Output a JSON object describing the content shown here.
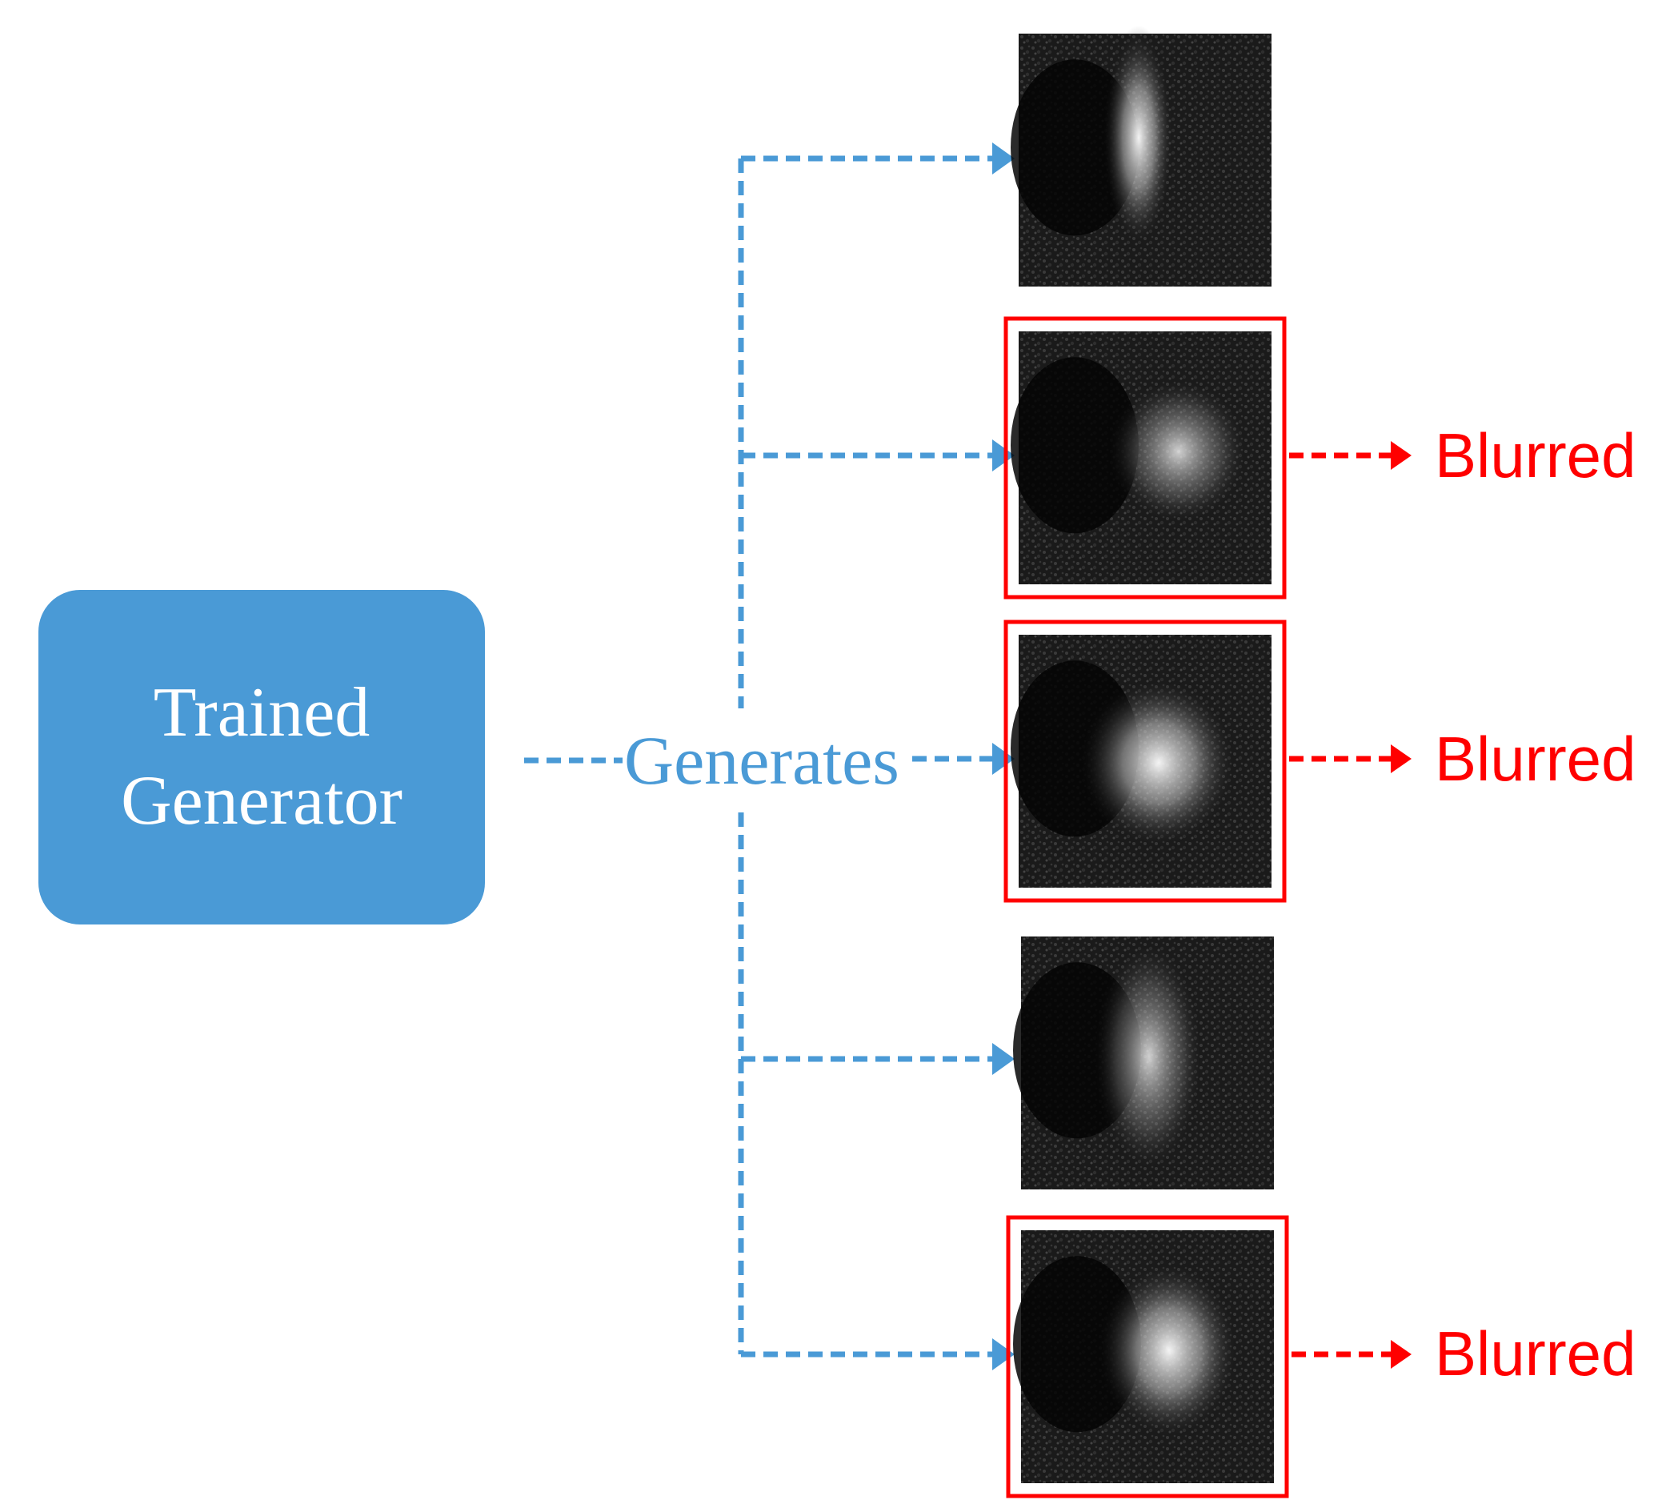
{
  "generator_box": {
    "line1": "Trained",
    "line2": "Generator"
  },
  "connector_label": "Generates",
  "outputs": [
    {
      "blurred": false,
      "label": ""
    },
    {
      "blurred": true,
      "label": "Blurred"
    },
    {
      "blurred": true,
      "label": "Blurred"
    },
    {
      "blurred": false,
      "label": ""
    },
    {
      "blurred": true,
      "label": "Blurred"
    }
  ],
  "colors": {
    "flow": "#4a9ad6",
    "blurred": "#ff0000",
    "box": "#4a9ad6",
    "image_bg": "#000000"
  }
}
